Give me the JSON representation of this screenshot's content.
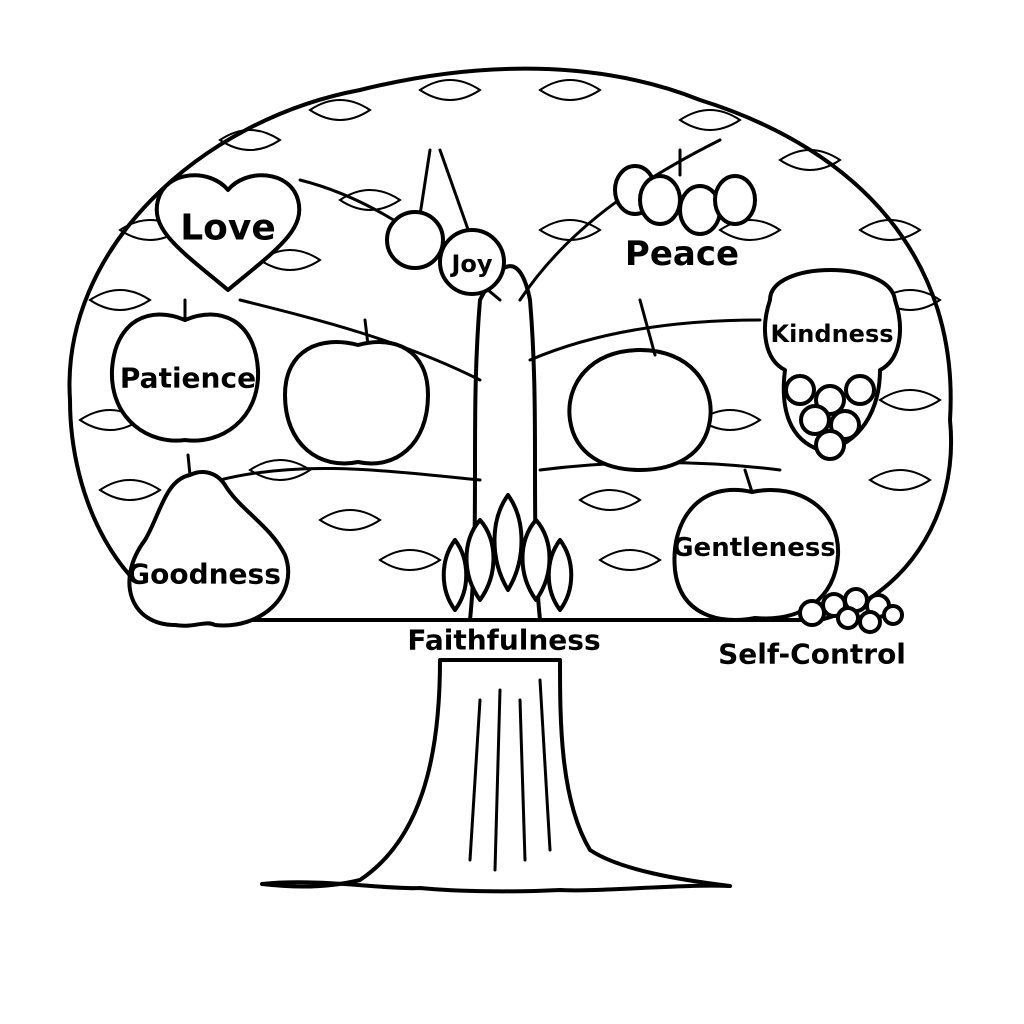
{
  "illustration": {
    "subject": "tree coloring page",
    "style": "black line art on white",
    "colors": {
      "line": "#000000",
      "background": "#ffffff"
    },
    "fruits": [
      {
        "label": "Love",
        "shape": "heart"
      },
      {
        "label": "Joy",
        "shape": "cherries"
      },
      {
        "label": "Peace",
        "shape": "olives"
      },
      {
        "label": "Kindness",
        "shape": "grapes"
      },
      {
        "label": "Patience",
        "shape": "apple"
      },
      {
        "label": "Goodness",
        "shape": "pear"
      },
      {
        "label": "Faithfulness",
        "shape": "wheat"
      },
      {
        "label": "Gentleness",
        "shape": "peach"
      },
      {
        "label": "Self-Control",
        "shape": "berries"
      }
    ],
    "unlabeled_fruits": [
      "apple",
      "tomato"
    ]
  }
}
